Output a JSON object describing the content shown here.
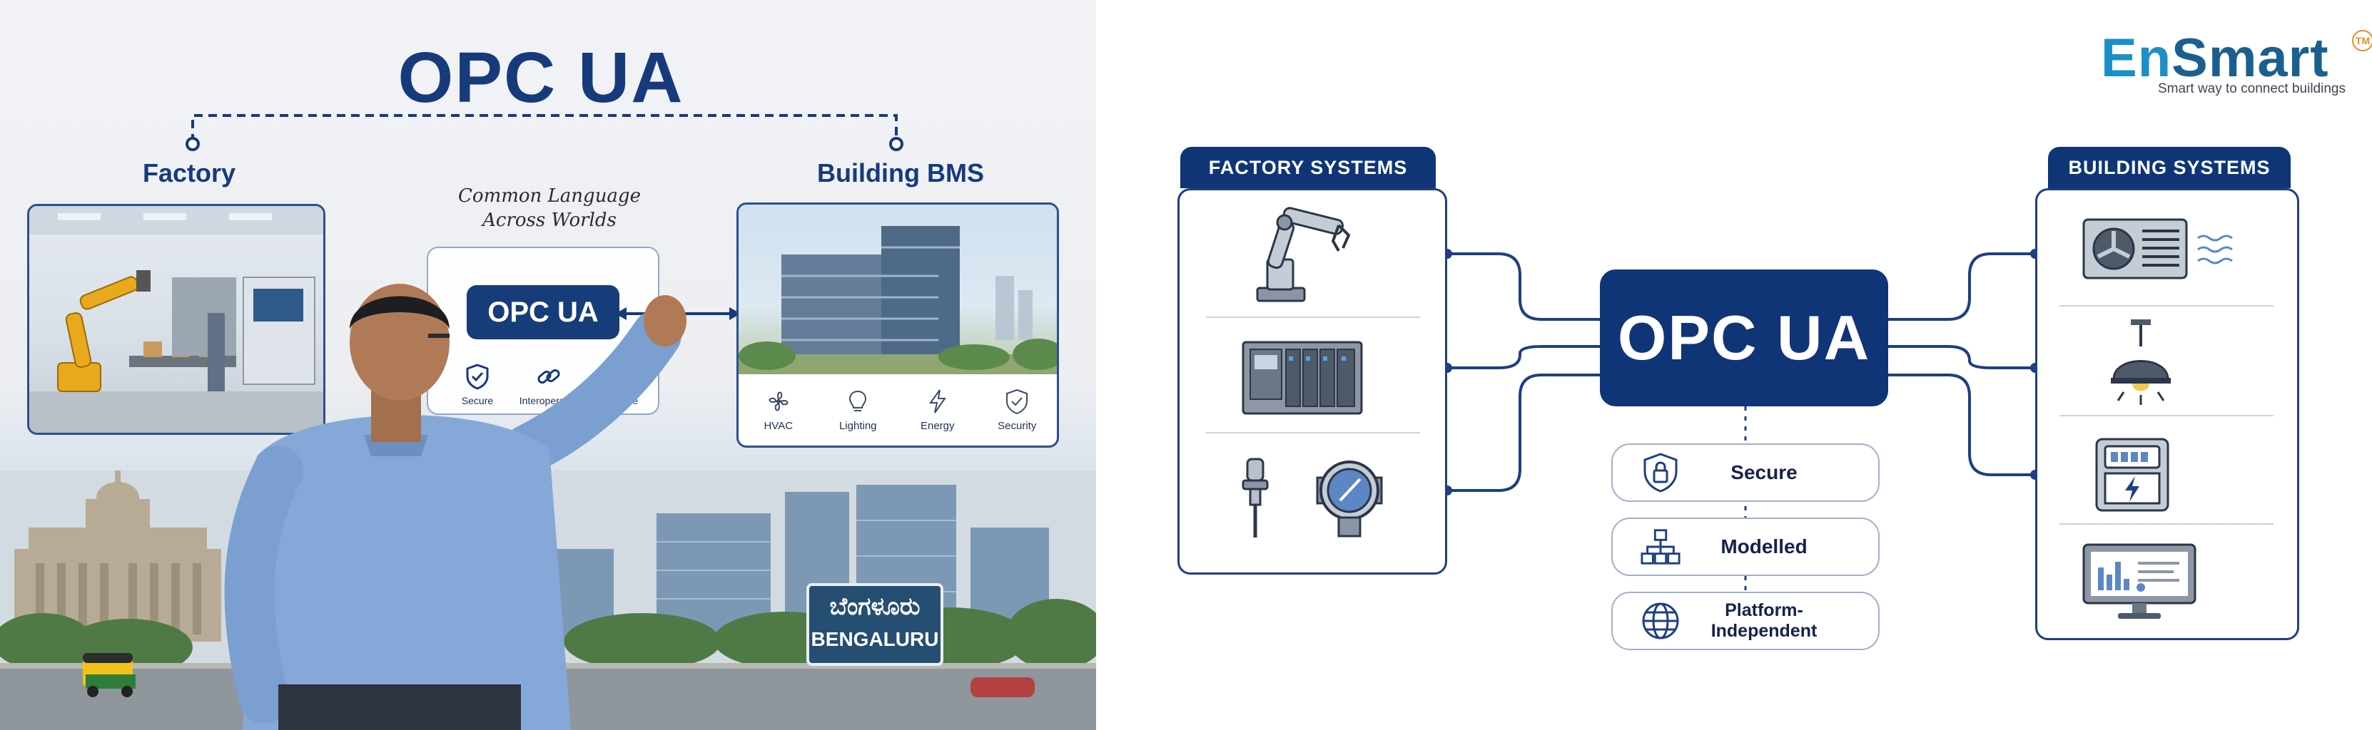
{
  "left": {
    "title": "OPC UA",
    "factory_label": "Factory",
    "bms_label": "Building BMS",
    "common_language": [
      "Common Language",
      "Across Worlds"
    ],
    "middle_button": "OPC UA",
    "middle_badges": [
      {
        "icon": "shield-check-icon",
        "label": "Secure"
      },
      {
        "icon": "chain-link-icon",
        "label": "Interoperable"
      },
      {
        "icon": "check-badge-icon",
        "label": "Reliable"
      }
    ],
    "bms_icons": [
      {
        "icon": "fan-icon",
        "label": "HVAC"
      },
      {
        "icon": "bulb-icon",
        "label": "Lighting"
      },
      {
        "icon": "bolt-icon",
        "label": "Energy"
      },
      {
        "icon": "shield-check-icon",
        "label": "Security"
      }
    ],
    "sign_kannada": "ಬೆಂಗಳೂರು",
    "sign_english": "BENGALURU"
  },
  "right": {
    "logo_en": "En",
    "logo_smart": "Smart",
    "logo_tm": "TM",
    "logo_tagline": "Smart way to connect buildings",
    "factory_header": "FACTORY SYSTEMS",
    "building_header": "BUILDING SYSTEMS",
    "factory_items": [
      "robot-arm-icon",
      "plc-rack-icon",
      "sensor-icon",
      "pressure-gauge-icon"
    ],
    "building_items": [
      "hvac-unit-icon",
      "ceiling-lamp-icon",
      "energy-meter-icon",
      "dashboard-monitor-icon"
    ],
    "center_title": "OPC UA",
    "pills": [
      {
        "icon": "lock-shield-icon",
        "label": "Secure"
      },
      {
        "icon": "hierarchy-icon",
        "label": "Modelled"
      },
      {
        "icon": "globe-icon",
        "label": "Platform-Independent"
      }
    ]
  },
  "colors": {
    "navy": "#0f3577",
    "title_blue": "#173a7c",
    "logo_light_blue": "#1c8fc7",
    "logo_dark_blue": "#1b5f8f",
    "logo_tm_orange": "#e98b2a"
  }
}
